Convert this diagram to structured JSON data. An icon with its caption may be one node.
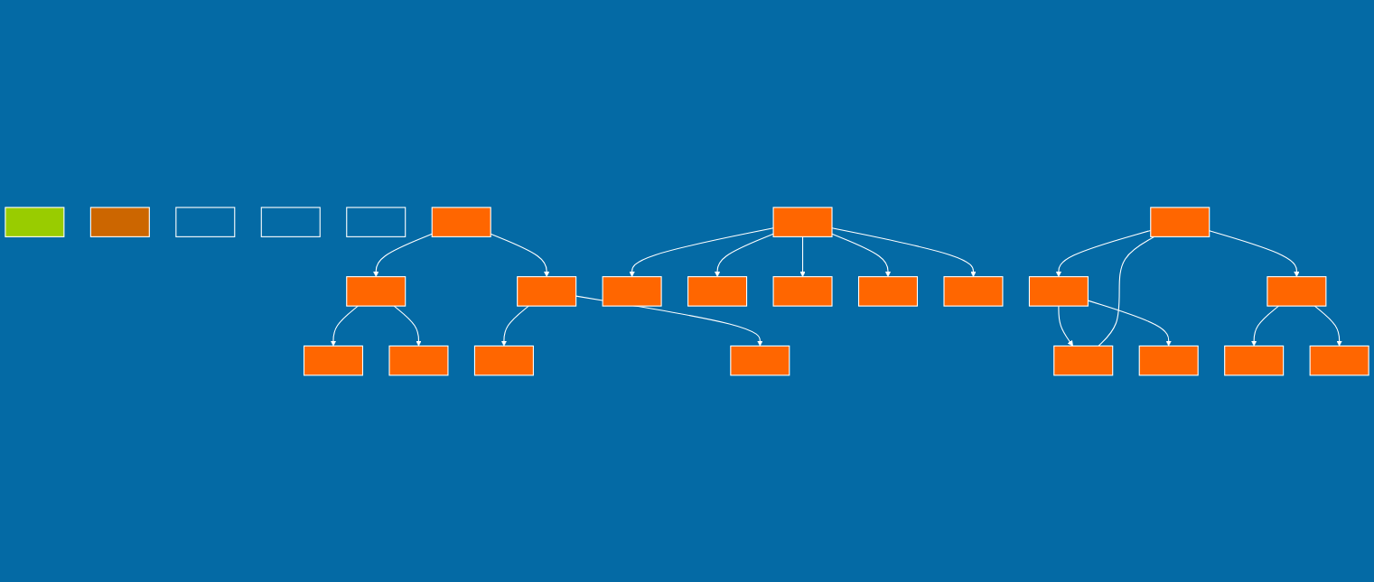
{
  "diagram": {
    "nodes": [
      {
        "text": [],
        "shape": "box"
      },
      {
        "text": [],
        "shape": "box"
      },
      {
        "text": [],
        "shape": "box"
      },
      {
        "text": [],
        "shape": "box"
      },
      {
        "text": [],
        "shape": "box"
      },
      {
        "text": [],
        "shape": "box"
      },
      {
        "text": [],
        "shape": "box"
      },
      {
        "text": [],
        "shape": "box"
      },
      {
        "text": [],
        "shape": "box"
      },
      {
        "text": [],
        "shape": "box"
      },
      {
        "text": [],
        "shape": "box"
      },
      {
        "text": [],
        "shape": "box"
      },
      {
        "text": [],
        "shape": "box"
      },
      {
        "text": [],
        "shape": "box"
      },
      {
        "text": [],
        "shape": "box"
      },
      {
        "text": [],
        "shape": "box"
      },
      {
        "text": [],
        "shape": "box"
      },
      {
        "text": [],
        "shape": "box"
      },
      {
        "text": [],
        "shape": "box"
      },
      {
        "text": [],
        "shape": "box"
      },
      {
        "text": [],
        "shape": "box"
      },
      {
        "text": [],
        "shape": "box"
      },
      {
        "text": [],
        "shape": "box"
      },
      {
        "text": [],
        "shape": "box"
      },
      {
        "text": [],
        "shape": "box"
      }
    ],
    "edges": [
      {
        "from": 5,
        "to": 6,
        "arrow": "to"
      },
      {
        "from": 5,
        "to": 7,
        "arrow": "to"
      },
      {
        "from": 6,
        "to": 8,
        "arrow": "to"
      },
      {
        "from": 6,
        "to": 9,
        "arrow": "to"
      },
      {
        "from": 7,
        "to": 10,
        "arrow": "to"
      },
      {
        "from": 7,
        "to": 11,
        "arrow": "to"
      },
      {
        "from": 12,
        "to": 13,
        "arrow": "to"
      },
      {
        "from": 12,
        "to": 14,
        "arrow": "to"
      },
      {
        "from": 12,
        "to": 15,
        "arrow": "to"
      },
      {
        "from": 12,
        "to": 16,
        "arrow": "to"
      },
      {
        "from": 12,
        "to": 17,
        "arrow": "to"
      },
      {
        "from": 18,
        "to": 19,
        "arrow": "to"
      },
      {
        "from": 18,
        "to": 20,
        "arrow": "to"
      },
      {
        "from": 19,
        "to": 21,
        "arrow": "to"
      },
      {
        "from": 19,
        "to": 22,
        "arrow": "to"
      },
      {
        "from": 20,
        "to": 23,
        "arrow": "to"
      },
      {
        "from": 20,
        "to": 24,
        "arrow": "to"
      },
      {
        "from": 18,
        "to": 21,
        "arrow": "none"
      }
    ]
  }
}
